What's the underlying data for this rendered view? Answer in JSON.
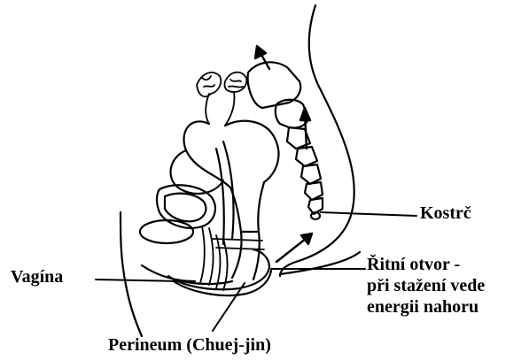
{
  "labels": {
    "coccyx": "Kostrč",
    "vagina": "Vagína",
    "anus_line1": "Řitní otvor -",
    "anus_line2": "při stažení vede",
    "anus_line3": "energii nahoru",
    "perineum": "Perineum (Chuej-jin)"
  },
  "colors": {
    "ink": "#000000",
    "background": "#ffffff"
  }
}
